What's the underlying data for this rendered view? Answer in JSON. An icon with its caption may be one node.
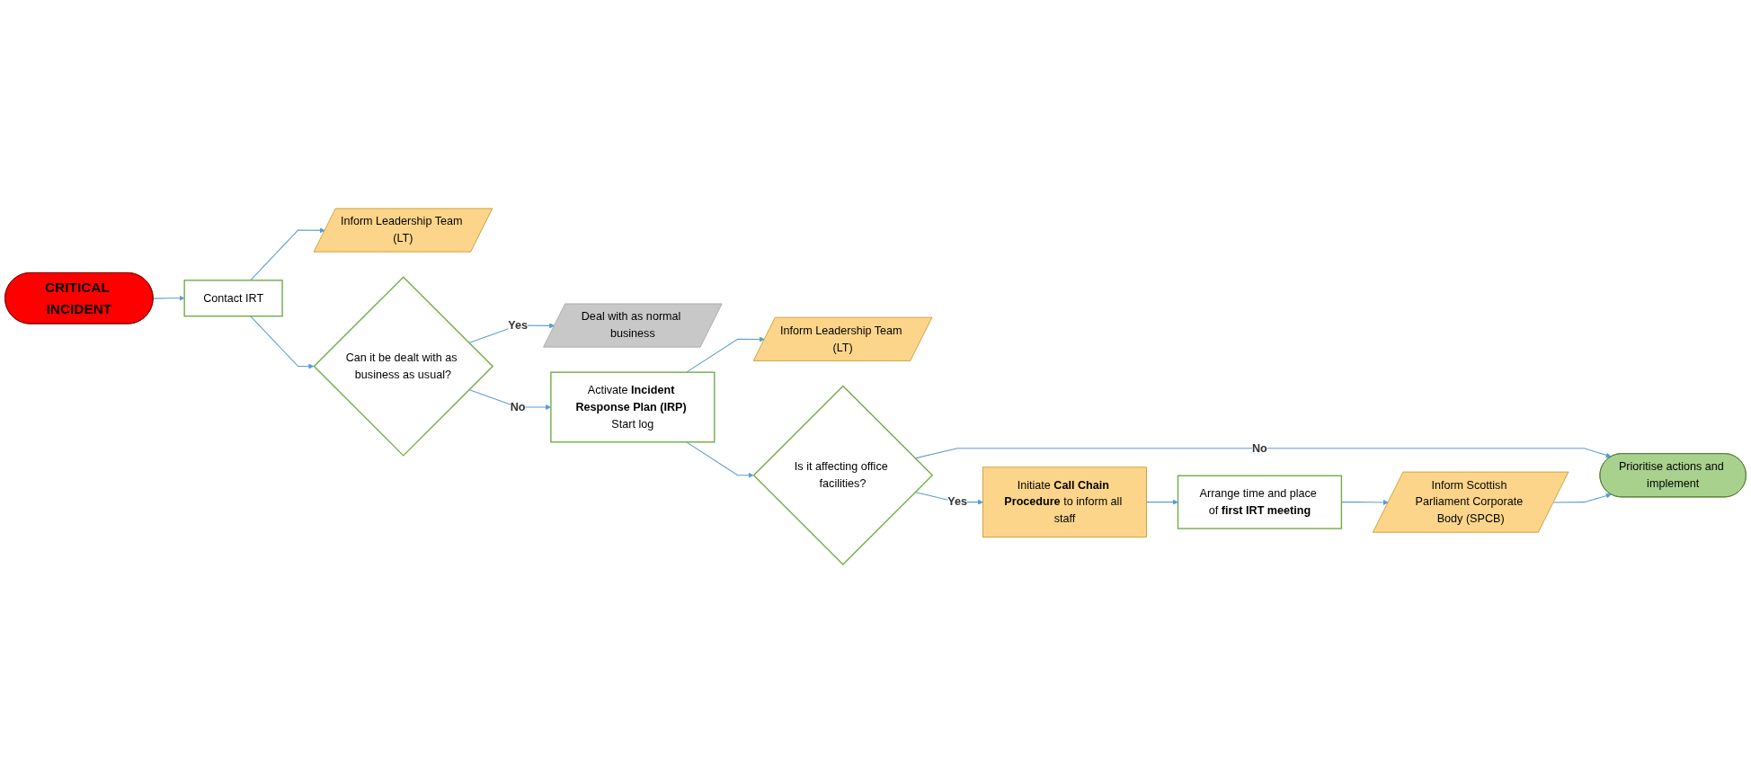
{
  "diagram": {
    "nodes": [
      {
        "text": [
          "CRITICAL INCIDENT"
        ]
      },
      {
        "text": [
          "Inform Leadership Team (LT)"
        ]
      },
      {
        "text": [
          "Contact IRT"
        ]
      },
      {
        "text": [
          "Can it be dealt with as business as usual?"
        ]
      },
      {
        "text": [
          "Deal with as normal business"
        ]
      },
      {
        "text": [
          "Inform Leadership Team (LT)"
        ]
      },
      {
        "text": [
          "Activate **Incident Response Plan (IRP)** Start log"
        ]
      },
      {
        "text": [
          "Is it affecting office facilities?"
        ]
      },
      {
        "text": [
          "Prioritise actions and implement"
        ]
      },
      {
        "text": [
          "Initiate **Call Chain Procedure** to inform all staff"
        ]
      },
      {
        "text": [
          "Arrange time and place of **first IRT meeting**"
        ]
      },
      {
        "text": [
          "Inform Scottish Parliament Corporate Body (SPCB)"
        ]
      }
    ],
    "edges": [
      {
        "from": 0,
        "to": 2,
        "arrow": "to"
      },
      {
        "from": 2,
        "to": 1,
        "arrow": "to"
      },
      {
        "from": 2,
        "to": 3,
        "arrow": "to"
      },
      {
        "from": 3,
        "to": 6,
        "arrow": "to",
        "label": "No"
      },
      {
        "from": 3,
        "to": 4,
        "arrow": "to",
        "label": "Yes"
      },
      {
        "from": 6,
        "to": 5,
        "arrow": "to"
      },
      {
        "from": 6,
        "to": 7,
        "arrow": "to"
      },
      {
        "from": 7,
        "to": 8,
        "arrow": "to",
        "label": "No"
      },
      {
        "from": 7,
        "to": 9,
        "arrow": "to",
        "label": "Yes"
      },
      {
        "from": 9,
        "to": 10,
        "arrow": "to"
      },
      {
        "from": 10,
        "to": 11,
        "arrow": "to"
      },
      {
        "from": 11,
        "to": 8,
        "arrow": "to"
      }
    ]
  }
}
